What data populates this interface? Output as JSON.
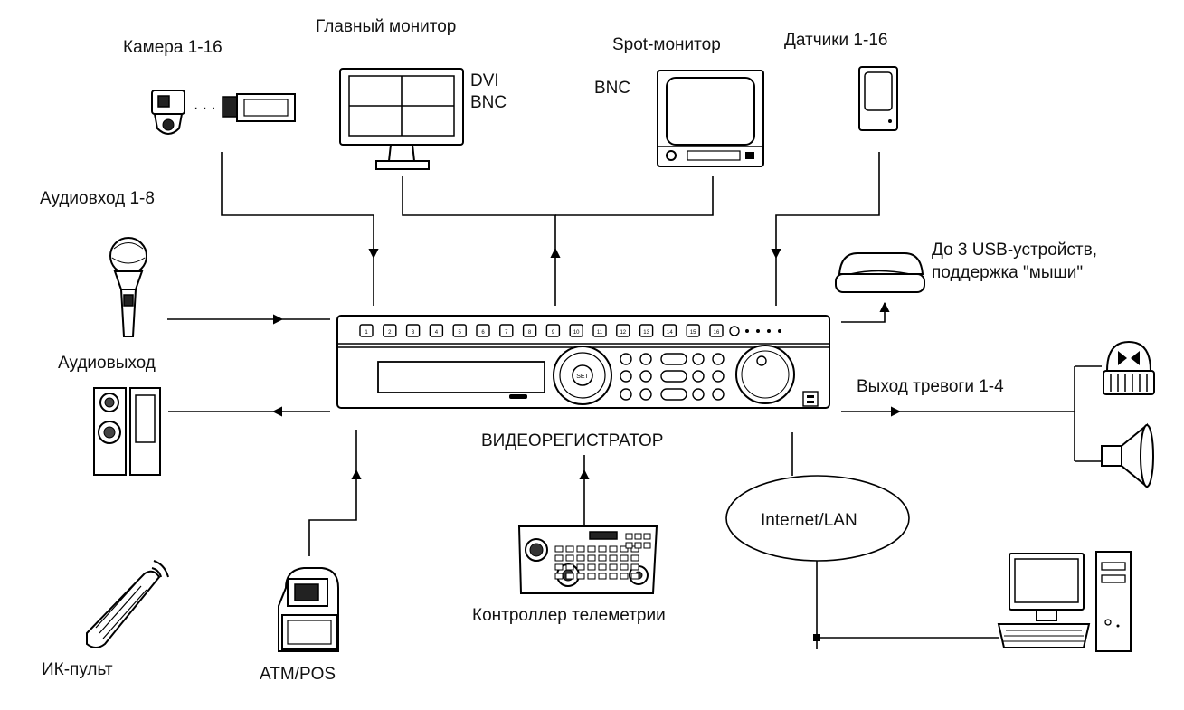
{
  "labels": {
    "camera": "Камера 1-16",
    "camera_ellipsis": "· · ·",
    "main_monitor": "Главный монитор",
    "main_monitor_dvi": "DVI",
    "main_monitor_bnc": "BNC",
    "spot_monitor": "Spot-монитор",
    "spot_bnc": "BNC",
    "sensors": "Датчики 1-16",
    "audio_in": "Аудиовход 1-8",
    "audio_out": "Аудиовыход",
    "usb_line1": "До 3 USB-устройств,",
    "usb_line2": "поддержка \"мыши\"",
    "alarm_out": "Выход тревоги 1-4",
    "dvr": "ВИДЕОРЕГИСТРАТОР",
    "network": "Internet/LAN",
    "telemetry": "Контроллер телеметрии",
    "ir_remote": "ИК-пульт",
    "atm_pos": "ATM/POS"
  },
  "dvr_buttons": [
    "1",
    "2",
    "3",
    "4",
    "5",
    "6",
    "7",
    "8",
    "9",
    "10",
    "11",
    "12",
    "13",
    "14",
    "15",
    "16"
  ],
  "dvr_center_button": "SET"
}
